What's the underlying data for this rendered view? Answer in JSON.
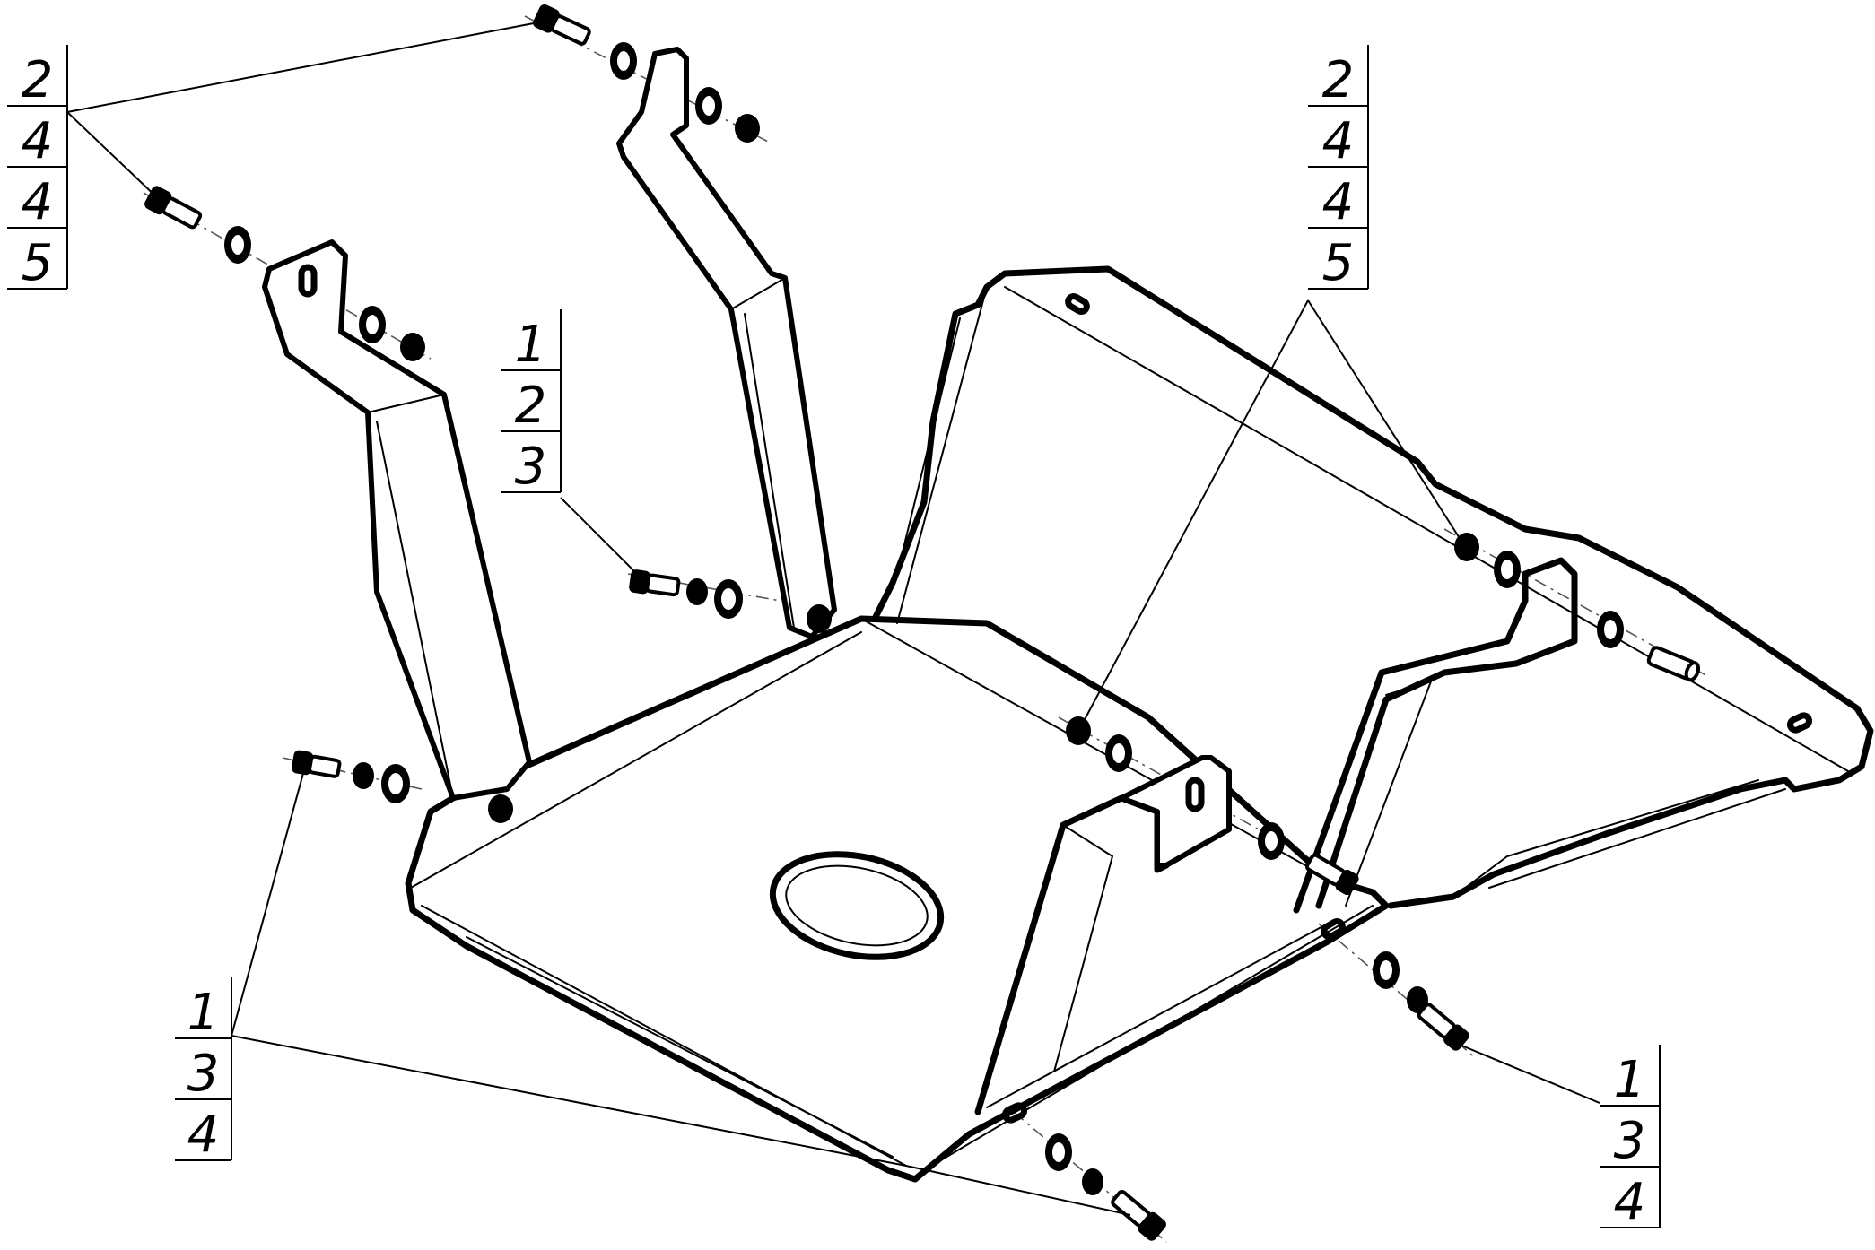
{
  "callouts": [
    {
      "id": "callout-top-left",
      "numbers": [
        "2",
        "4",
        "4",
        "5"
      ]
    },
    {
      "id": "callout-middle-left",
      "numbers": [
        "1",
        "2",
        "3"
      ]
    },
    {
      "id": "callout-top-right",
      "numbers": [
        "2",
        "4",
        "4",
        "5"
      ]
    },
    {
      "id": "callout-bottom-left",
      "numbers": [
        "1",
        "3",
        "4"
      ]
    },
    {
      "id": "callout-bottom-right",
      "numbers": [
        "1",
        "3",
        "4"
      ]
    }
  ]
}
